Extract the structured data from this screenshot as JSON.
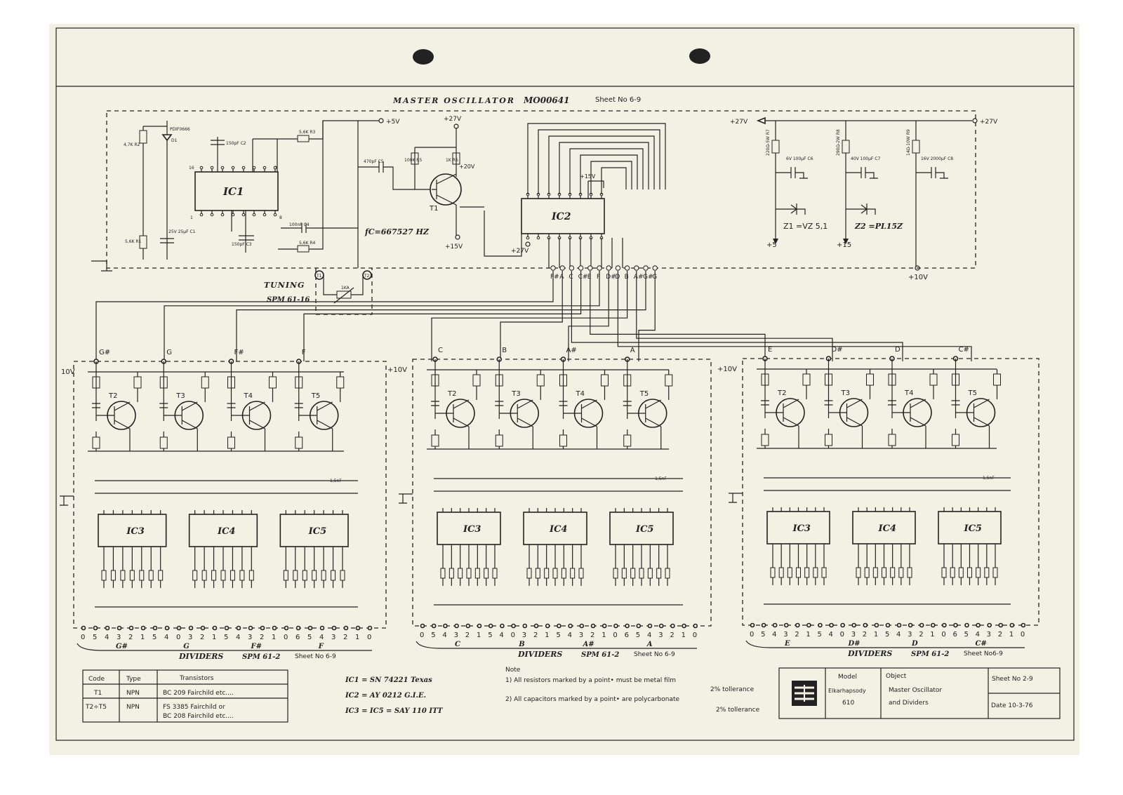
{
  "header": {
    "title": "MASTER OSCILLATOR",
    "model_code": "MO00641",
    "sheet_ref": "Sheet No 6-9"
  },
  "oscillator": {
    "ic1": "IC1",
    "ic2": "IC2",
    "t1": "T1",
    "freq": "fC=667527 HZ",
    "diode": "PDIF0666",
    "d1": "D1",
    "r2": "4,7K R2",
    "r1": "5,6K R1",
    "r3": "5,6K R3",
    "r4": "5,6K R4",
    "r5": "100K R5",
    "r6": "1K R6",
    "c1": "25V 25µF C1",
    "c2": "150pF C2",
    "c3": "150pF C3",
    "c4": "100nF C4",
    "c5": "470pF C5",
    "v5": "+5V",
    "v27a": "+27V",
    "v27b": "+27V",
    "v15a": "+15V",
    "v15b": "+15V",
    "v20": "+20V",
    "pin16": "16",
    "pin8": "8",
    "pin1": "1",
    "pin9": "9"
  },
  "tuning": {
    "label": "TUNING",
    "ref": "SPM 61-16",
    "t1": "T1",
    "t2": "T2",
    "pot": "1KA"
  },
  "psu": {
    "v27_in": "+27V",
    "v27_out": "+27V",
    "z1": "Z1 =VZ 5,1",
    "z2": "Z2 =PL15Z",
    "out5": "+5",
    "out15": "+15",
    "out10": "+10V",
    "r7": "220Ω-5W R7",
    "r8": "290Ω-2W R8",
    "r9": "14Ω-10W R9",
    "c6": "6V 100µF C6",
    "c7": "40V 100µF C7",
    "c8": "16V 2000µF C8"
  },
  "notes_labels": [
    "F#",
    "A",
    "C",
    "C#",
    "E",
    "F",
    "D#",
    "D",
    "B",
    "A#",
    "G#",
    "G"
  ],
  "dividers": [
    {
      "inputs": [
        "G#",
        "G",
        "F#",
        "F"
      ],
      "supply": "10V",
      "ics": [
        "IC3",
        "IC4",
        "IC5"
      ],
      "transistors": [
        "T2",
        "T3",
        "T4",
        "T5"
      ],
      "cap": "1,5nF",
      "outputs": [
        "0",
        "5",
        "4",
        "3",
        "2",
        "1",
        "5",
        "4",
        "0",
        "3",
        "2",
        "1",
        "5",
        "4",
        "3",
        "2",
        "1",
        "0",
        "6",
        "5",
        "4",
        "3",
        "2",
        "1",
        "0"
      ],
      "groups": [
        "G#",
        "G",
        "F#",
        "F"
      ],
      "footer": "DIVIDERS",
      "spm": "SPM 61-2",
      "sheet": "Sheet No 6-9"
    },
    {
      "inputs": [
        "C",
        "B",
        "A#",
        "A"
      ],
      "supply": "+10V",
      "ics": [
        "IC3",
        "IC4",
        "IC5"
      ],
      "transistors": [
        "T2",
        "T3",
        "T4",
        "T5"
      ],
      "cap": "1,5nF",
      "outputs": [
        "0",
        "5",
        "4",
        "3",
        "2",
        "1",
        "5",
        "4",
        "0",
        "3",
        "2",
        "1",
        "5",
        "4",
        "3",
        "2",
        "1",
        "0",
        "6",
        "5",
        "4",
        "3",
        "2",
        "1",
        "0"
      ],
      "groups": [
        "C",
        "B",
        "A#",
        "A"
      ],
      "footer": "DIVIDERS",
      "spm": "SPM 61-2",
      "sheet": "Sheet No 6-9"
    },
    {
      "inputs": [
        "E",
        "D#",
        "D",
        "C#"
      ],
      "supply": "+10V",
      "ics": [
        "IC3",
        "IC4",
        "IC5"
      ],
      "transistors": [
        "T2",
        "T3",
        "T4",
        "T5"
      ],
      "cap": "1,5nF",
      "outputs": [
        "0",
        "5",
        "4",
        "3",
        "2",
        "1",
        "5",
        "4",
        "0",
        "3",
        "2",
        "1",
        "5",
        "4",
        "3",
        "2",
        "1",
        "0",
        "6",
        "5",
        "4",
        "3",
        "2",
        "1",
        "0"
      ],
      "groups": [
        "E",
        "D#",
        "D",
        "C#"
      ],
      "footer": "DIVIDERS",
      "spm": "SPM 61-2",
      "sheet": "Sheet No6-9"
    }
  ],
  "parts_table": {
    "headers": [
      "Code",
      "Type",
      "Transistors"
    ],
    "rows": [
      {
        "code": "T1",
        "type": "NPN",
        "desc1": "BC 209   Fairchild etc....",
        "desc2": ""
      },
      {
        "code": "T2÷T5",
        "type": "NPN",
        "desc1": "FS 3385  Fairchild or",
        "desc2": "BC 208  Fairchild etc...."
      }
    ]
  },
  "ic_list": [
    "IC1 = SN 74221  Texas",
    "IC2 = AY 0212  G.I.E.",
    "IC3 = IC5 = SAY 110  ITT"
  ],
  "note": {
    "title": "Note",
    "line1a": "1) All resistors marked by a point• must be metal film",
    "line1b": "2% tollerance",
    "line2a": "2) All capacitors marked by a point• are polycarbonate",
    "line2b": "2% tollerance"
  },
  "title_block": {
    "model_label": "Model",
    "model_value1": "Elkarhapsody",
    "model_value2": "610",
    "object_label": "Object",
    "object_value1": "Master Oscillator",
    "object_value2": "and Dividers",
    "sheet": "Sheet No 2-9",
    "date": "Date 10-3-76"
  }
}
